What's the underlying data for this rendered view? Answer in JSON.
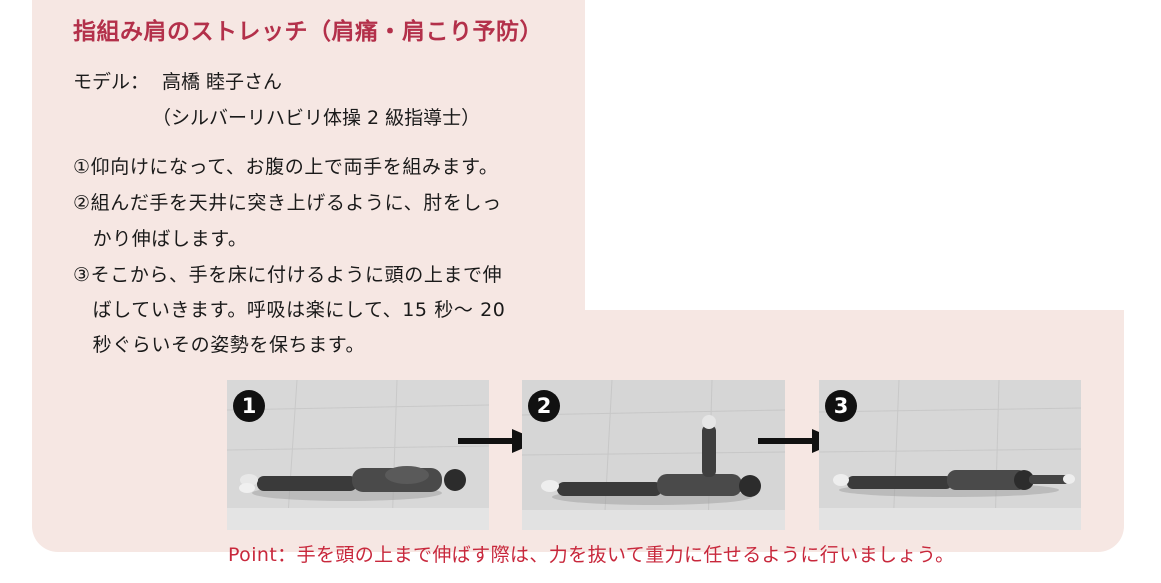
{
  "title": "指組み肩のストレッチ（肩痛・肩こり予防）",
  "model": {
    "label": "モデル：",
    "name": "高橋 睦子さん",
    "qualification": "（シルバーリハビリ体操 2 級指導士）"
  },
  "steps": [
    "①仰向けになって、お腹の上で両手を組みます。",
    "②組んだ手を天井に突き上げるように、肘をしっ",
    "　かり伸ばします。",
    "③そこから、手を床に付けるように頭の上まで伸",
    "　ばしていきます。呼吸は楽にして、15 秒〜 20",
    "　秒ぐらいその姿勢を保ちます。"
  ],
  "photos": [
    {
      "badge": "1"
    },
    {
      "badge": "2"
    },
    {
      "badge": "3"
    }
  ],
  "point": "Point：手を頭の上まで伸ばす際は、力を抜いて重力に任せるように行いましょう。",
  "colors": {
    "panel": "#f6e7e3",
    "title": "#b3304a",
    "point": "#c8283c"
  },
  "icons": [
    "arrow-right-icon",
    "arrow-right-icon"
  ]
}
